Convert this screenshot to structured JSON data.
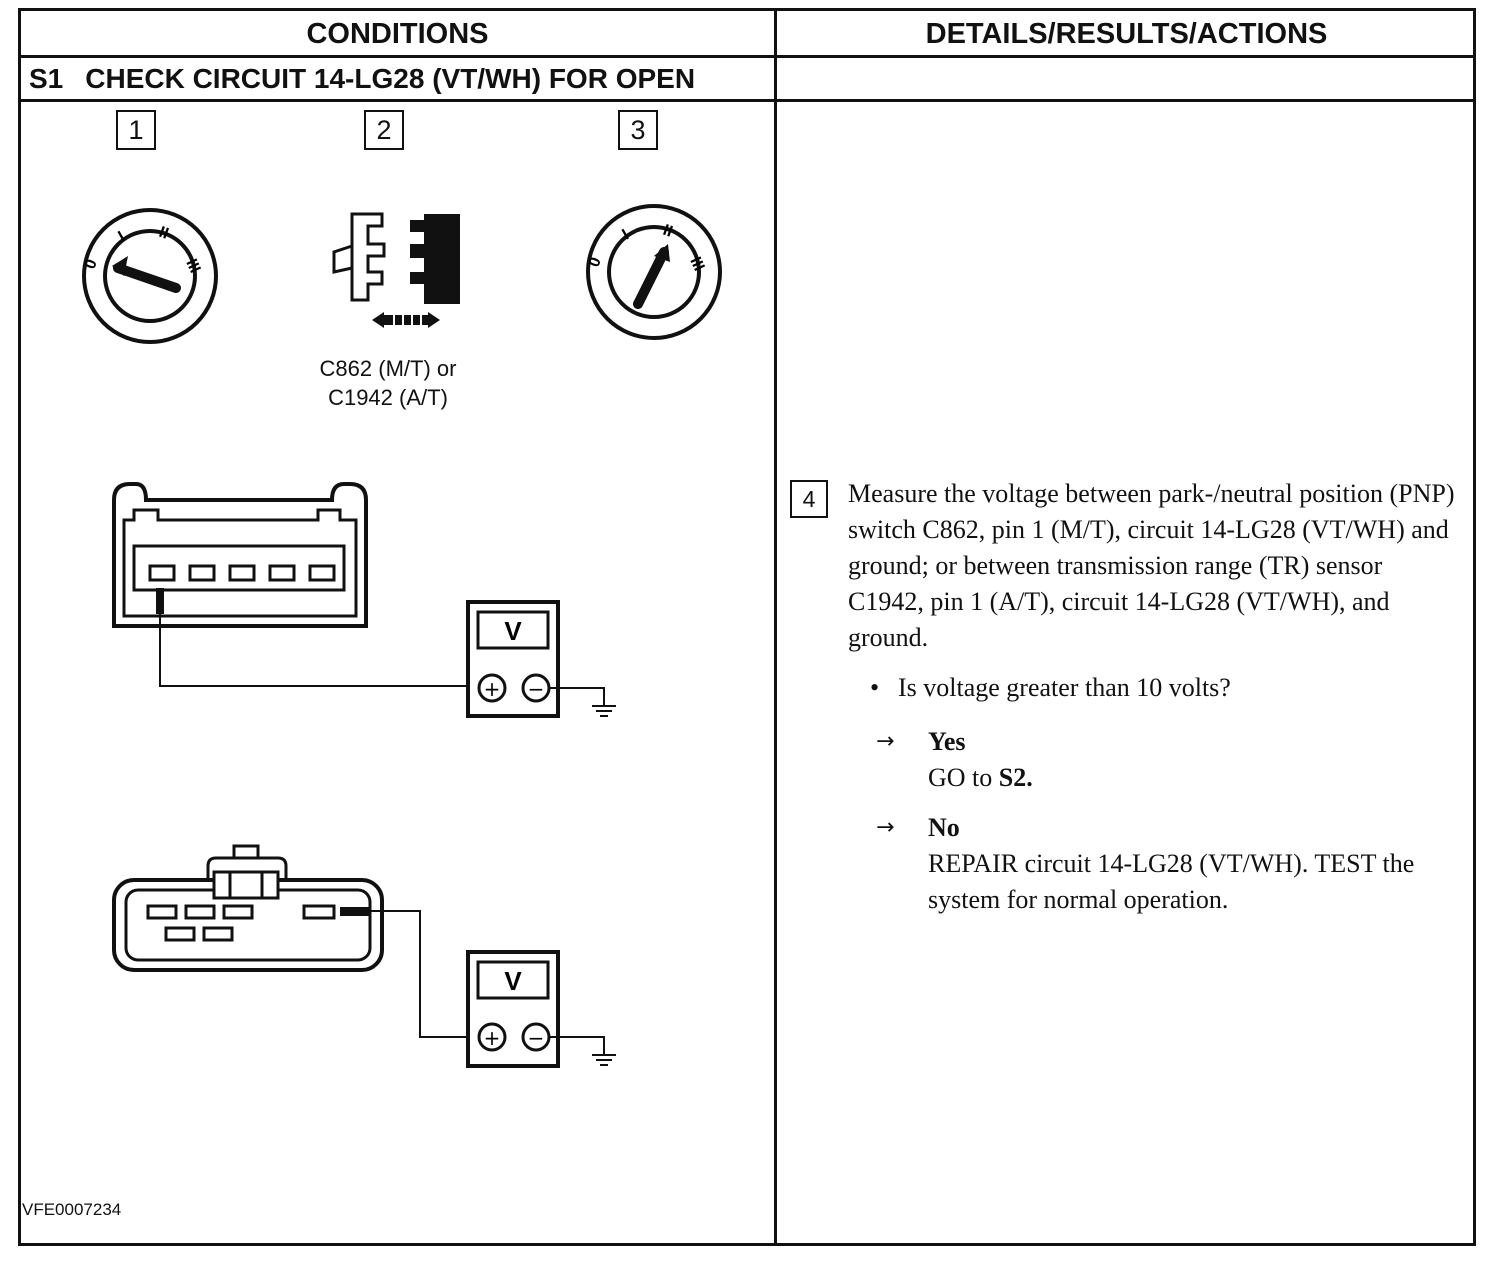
{
  "table": {
    "header_left": "CONDITIONS",
    "header_right": "DETAILS/RESULTS/ACTIONS"
  },
  "step": {
    "id": "S1",
    "title": "CHECK CIRCUIT 14-LG28 (VT/WH) FOR OPEN"
  },
  "conditions": {
    "steps": [
      "1",
      "2",
      "3"
    ],
    "connector_label_line1": "C862 (M/T) or",
    "connector_label_line2": "C1942 (A/T)",
    "meter1_label": "V",
    "meter2_label": "V",
    "meter_plus": "+",
    "meter_minus": "−",
    "ignition_positions": [
      "0",
      "I",
      "II",
      "III"
    ],
    "figure_id": "VFE0007234"
  },
  "action": {
    "number": "4",
    "text": "Measure the voltage between park-/neutral position (PNP) switch C862, pin 1 (M/T), circuit 14-LG28 (VT/WH) and ground; or between transmission range (TR) sensor C1942, pin 1 (A/T), circuit 14-LG28 (VT/WH), and ground.",
    "bullet_symbol": "•",
    "question": "Is voltage greater than 10 volts?",
    "results": [
      {
        "arrow": "→",
        "label": "Yes",
        "pre": "GO to ",
        "target": "S2",
        "post": "."
      },
      {
        "arrow": "→",
        "label": "No",
        "text": "REPAIR circuit 14-LG28 (VT/WH). TEST the system for normal operation."
      }
    ]
  }
}
